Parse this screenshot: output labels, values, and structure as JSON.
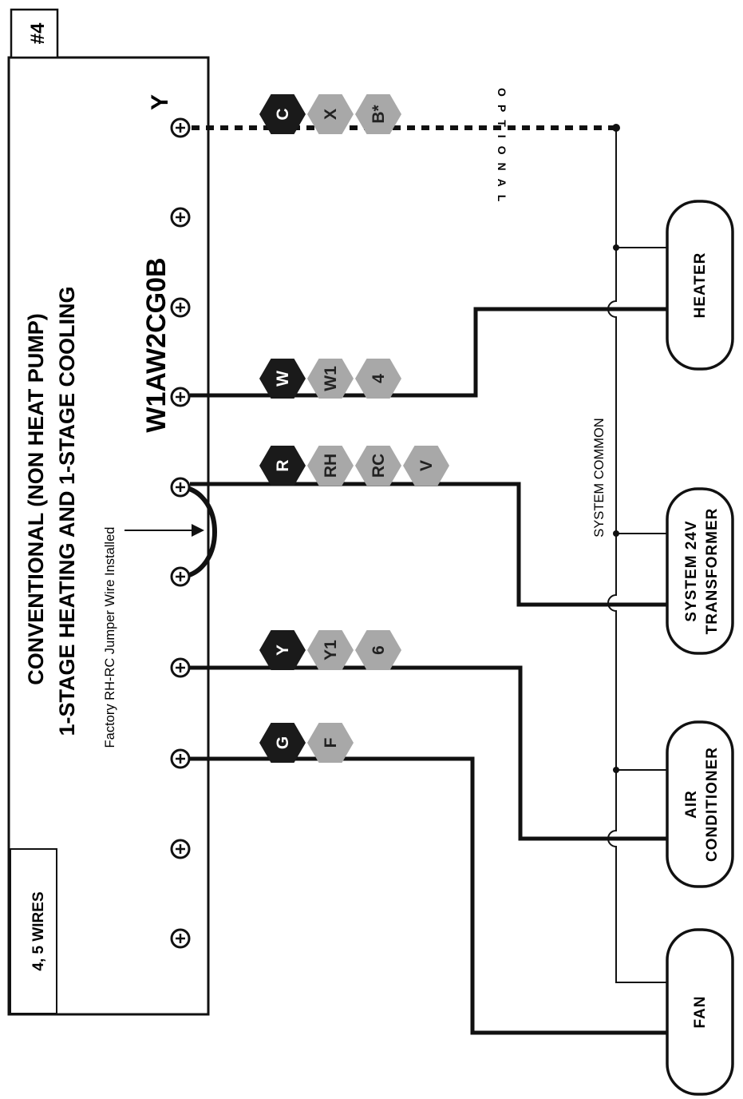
{
  "diagram": {
    "number": "#4",
    "wires_label": "4, 5 WIRES",
    "title_line1": "CONVENTIONAL (NON HEAT PUMP)",
    "title_line2": "1-STAGE HEATING AND 1-STAGE COOLING",
    "model": "W1AW2CG0B",
    "jumper_note": "Factory RH-RC Jumper Wire Installed",
    "common_label": "SYSTEM COMMON",
    "optional_label": "OPTIONAL",
    "terminal_y_label": "Y",
    "colors": {
      "line": "#111111",
      "hex_dark": "#1a1a1a",
      "hex_light": "#a8a8a8"
    }
  },
  "terminal_groups": [
    {
      "name": "c",
      "codes": [
        "C",
        "X",
        "B*"
      ]
    },
    {
      "name": "w",
      "codes": [
        "W",
        "W1",
        "4"
      ]
    },
    {
      "name": "r",
      "codes": [
        "R",
        "RH",
        "RC",
        "V"
      ]
    },
    {
      "name": "y",
      "codes": [
        "Y",
        "Y1",
        "6"
      ]
    },
    {
      "name": "g",
      "codes": [
        "G",
        "F"
      ]
    }
  ],
  "devices": [
    {
      "name": "heater",
      "lines": [
        "HEATER"
      ]
    },
    {
      "name": "transformer",
      "lines": [
        "SYSTEM 24V",
        "TRANSFORMER"
      ]
    },
    {
      "name": "air-conditioner",
      "lines": [
        "AIR",
        "CONDITIONER"
      ]
    },
    {
      "name": "fan",
      "lines": [
        "FAN"
      ]
    }
  ]
}
